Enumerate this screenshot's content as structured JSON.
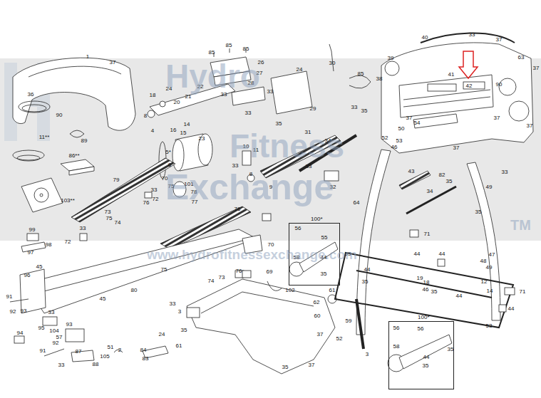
{
  "diagram": {
    "nodes": [
      {
        "text": [
          "100*"
        ]
      },
      {
        "text": [
          "100*"
        ]
      }
    ],
    "labels": [
      "1",
      "37",
      "36",
      "90",
      "89",
      "11**",
      "86**",
      "103**",
      "18",
      "24",
      "20",
      "21",
      "22",
      "33",
      "8",
      "4",
      "16",
      "15",
      "14",
      "5*",
      "6",
      "70",
      "101",
      "78",
      "75",
      "33",
      "72",
      "76",
      "79",
      "77",
      "73",
      "75",
      "74",
      "99",
      "33",
      "72",
      "98",
      "97",
      "45",
      "96",
      "76",
      "70",
      "75",
      "80",
      "45",
      "74",
      "73",
      "76",
      "69",
      "102",
      "61",
      "62",
      "60",
      "33",
      "3",
      "35",
      "59",
      "3",
      "52",
      "35",
      "37",
      "37",
      "91",
      "92",
      "93",
      "33",
      "95",
      "104",
      "93",
      "94",
      "57",
      "92",
      "91",
      "33",
      "87",
      "88",
      "105",
      "51",
      "2",
      "24",
      "84",
      "83",
      "61",
      "85",
      "85",
      "85",
      "26",
      "27",
      "28",
      "24",
      "33",
      "29",
      "35",
      "33",
      "31",
      "34",
      "33",
      "32",
      "8",
      "10",
      "11",
      "9",
      "33",
      "23",
      "30",
      "85",
      "33",
      "40",
      "33",
      "37",
      "63",
      "39",
      "38",
      "41",
      "42",
      "90",
      "37",
      "35",
      "37",
      "37",
      "54",
      "50",
      "52",
      "53",
      "46",
      "37",
      "37",
      "43",
      "82",
      "35",
      "33",
      "49",
      "34",
      "35",
      "64",
      "71",
      "53",
      "44",
      "35",
      "44",
      "44",
      "47",
      "48",
      "49",
      "19",
      "18",
      "46",
      "35",
      "12",
      "14",
      "71",
      "44",
      "44",
      "53",
      "35",
      "56",
      "55",
      "58",
      "44",
      "35",
      "56",
      "56",
      "58",
      "44",
      "35",
      "Hydro",
      "Fitness",
      "Exchange",
      "TM",
      "www.hydrofitnessexchange.com"
    ]
  }
}
